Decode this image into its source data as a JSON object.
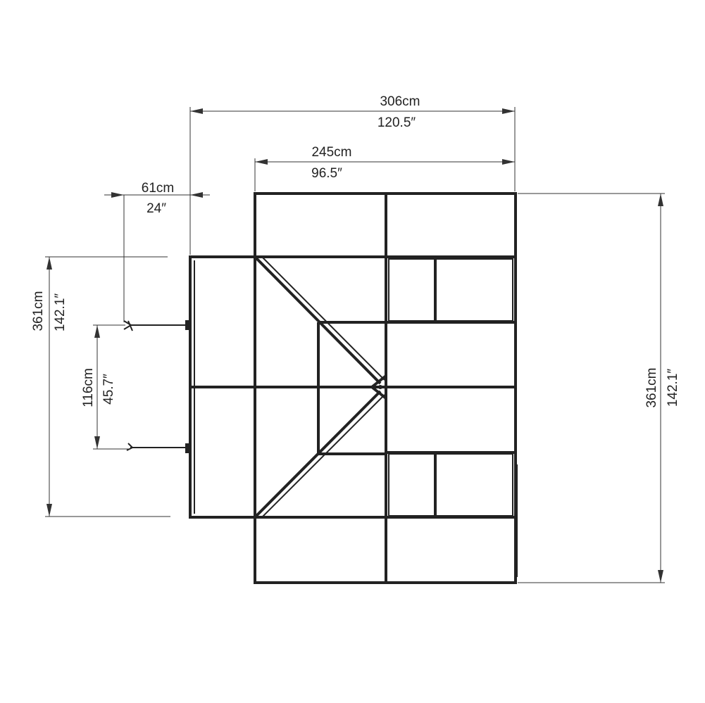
{
  "dimensions": {
    "total_width": {
      "metric": "306cm",
      "imperial": "120.5″"
    },
    "main_width": {
      "metric": "245cm",
      "imperial": "96.5″"
    },
    "door_offset": {
      "metric": "61cm",
      "imperial": "24″"
    },
    "left_depth": {
      "metric": "361cm",
      "imperial": "142.1″"
    },
    "door_opening": {
      "metric": "116cm",
      "imperial": "45.7″"
    },
    "right_depth": {
      "metric": "361cm",
      "imperial": "142.1″"
    }
  }
}
